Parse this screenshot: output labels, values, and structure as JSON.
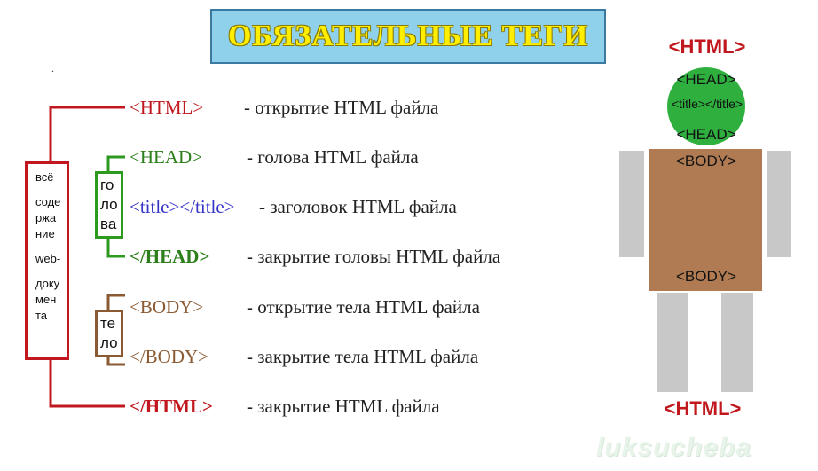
{
  "title": "ОБЯЗАТЕЛЬНЫЕ ТЕГИ",
  "rows": [
    {
      "tag": "<HTML>",
      "desc": "- открытие HTML файла"
    },
    {
      "tag": "<HEAD>",
      "desc": "- голова HTML файла"
    },
    {
      "tag": "<title></title>",
      "desc": "- заголовок HTML файла"
    },
    {
      "tag": "</HEAD>",
      "desc": "- закрытие головы HTML файла"
    },
    {
      "tag": "<BODY>",
      "desc": "- открытие тела HTML файла"
    },
    {
      "tag": "</BODY>",
      "desc": "- закрытие тела HTML файла"
    },
    {
      "tag": "</HTML>",
      "desc": "- закрытие HTML файла"
    }
  ],
  "side_labels": {
    "all": [
      "всё",
      "",
      "содe",
      "ржа",
      "ние",
      "",
      "web-",
      "",
      "доку",
      "мен",
      "та"
    ],
    "head": [
      "го",
      "ло",
      "ва"
    ],
    "body": [
      "те",
      "ло"
    ]
  },
  "figure": {
    "html_top": "<HTML>",
    "head_open": "<HEAD>",
    "title_tag": "<title></title>",
    "head_close": "<HEAD>",
    "body_open": "<BODY>",
    "body_close": "<BODY>",
    "html_bottom": "<HTML>"
  },
  "watermark": "luksucheba",
  "colors": {
    "html": "#c0181e",
    "head": "#2d9a1f",
    "title": "#3535c8",
    "body": "#8a5a33",
    "head_circle": "#2fb03e",
    "body_rect": "#b07a52",
    "limbs": "#c8c8c8"
  }
}
